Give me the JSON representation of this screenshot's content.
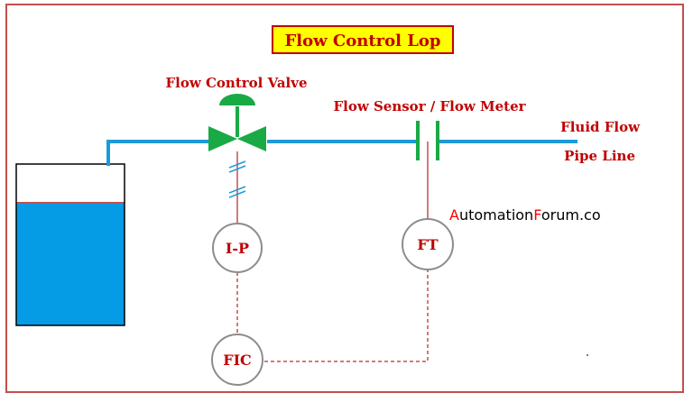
{
  "title": "Flow Control Lop",
  "labels": {
    "valve": "Flow Control Valve",
    "sensor": "Flow Sensor / Flow Meter",
    "fluid_flow": "Fluid Flow",
    "pipe_line": "Pipe Line"
  },
  "instruments": {
    "ip": "I-P",
    "ft": "FT",
    "fic": "FIC"
  },
  "watermark": {
    "part1_initial": "A",
    "part1_rest": "utomation",
    "part2_initial": "F",
    "part2_rest": "orum.co"
  },
  "colors": {
    "frame": "#c0504d",
    "label_red": "#c00000",
    "pipe_blue": "#1e9ad6",
    "tank_water": "#069be5",
    "valve_green": "#1aaa45",
    "title_box_fill": "#ffff00",
    "title_box_border": "#c00000",
    "signal_line": "#c0504d"
  }
}
